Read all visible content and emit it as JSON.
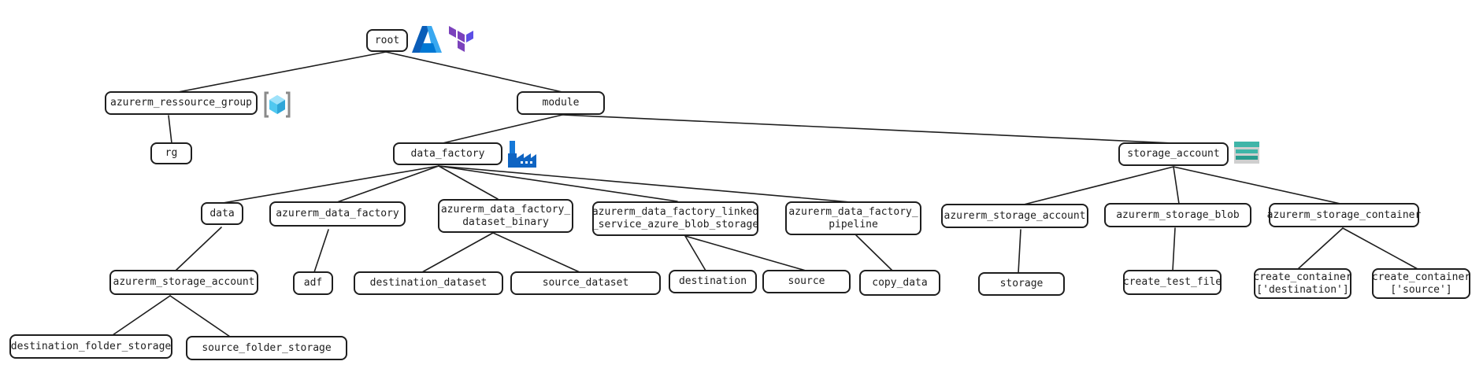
{
  "tree": {
    "root": "root",
    "azurerm_ressource_group": "azurerm_ressource_group",
    "rg": "rg",
    "module": "module",
    "data_factory": "data_factory",
    "storage_account": "storage_account",
    "data": "data",
    "azurerm_data_factory": "azurerm_data_factory",
    "dataset_binary": "azurerm_data_factory_\ndataset_binary",
    "linked_service": "azurerm_data_factory_linked\n_service_azure_blob_storage",
    "pipeline": "azurerm_data_factory_\npipeline",
    "sa_azurerm_storage_account": "azurerm_storage_account",
    "azurerm_storage_blob": "azurerm_storage_blob",
    "azurerm_storage_container": "azurerm_storage_container",
    "data_azurerm_storage_account": "azurerm_storage_account",
    "adf": "adf",
    "destination_dataset": "destination_dataset",
    "source_dataset": "source_dataset",
    "destination": "destination",
    "source": "source",
    "copy_data": "copy_data",
    "storage": "storage",
    "create_test_file": "create_test_file",
    "create_container_destination": "create_container\n['destination']",
    "create_container_source": "create_container\n['source']",
    "destination_folder_storage": "destination_folder_storage",
    "source_folder_storage": "source_folder_storage"
  },
  "icons": {
    "azure_logo": "azure-logo-icon",
    "terraform_logo": "terraform-logo-icon",
    "resource_group": "resource-group-icon",
    "data_factory": "data-factory-icon",
    "storage_account": "storage-account-icon"
  },
  "colors": {
    "stroke": "#1e1e1e",
    "azure_blue": "#0078d4",
    "terraform_purple": "#7b42bc",
    "storage_teal": "#3fb5a8"
  }
}
